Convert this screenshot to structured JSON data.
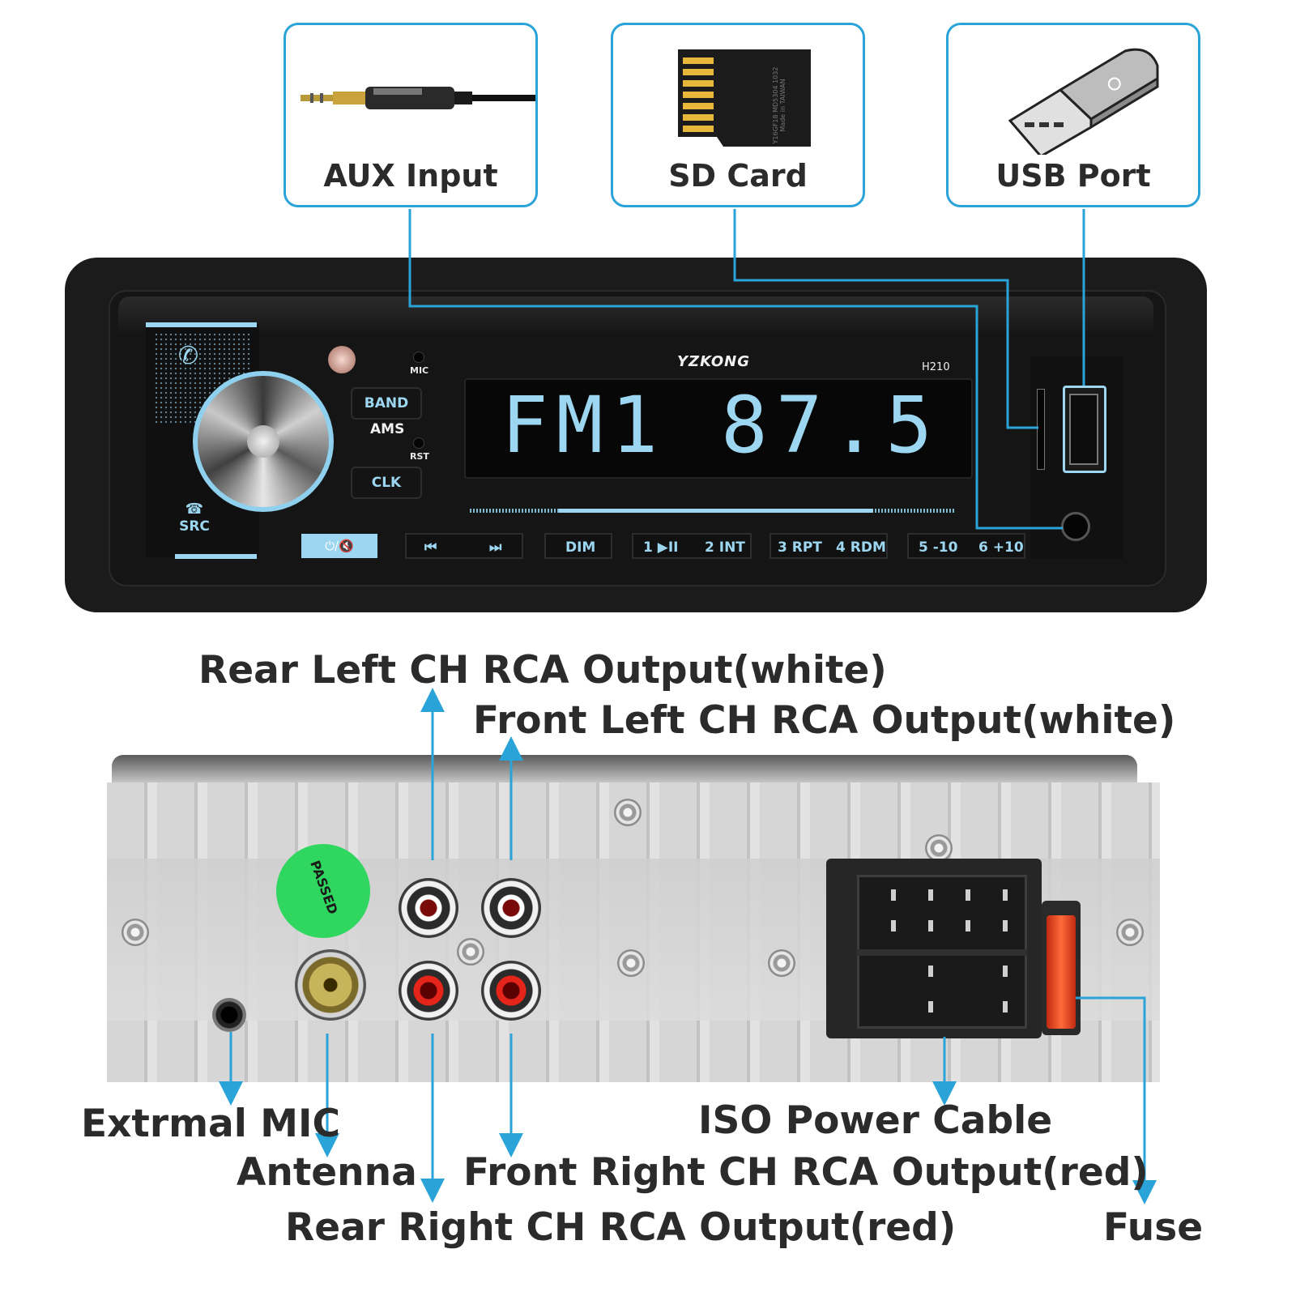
{
  "callouts": {
    "aux": "AUX Input",
    "sd": "SD Card",
    "usb": "USB Port"
  },
  "head_unit": {
    "brand": "YZKONG",
    "model": "H210",
    "display": "FM1 87.5",
    "mic_label": "MIC",
    "rst_label": "RST",
    "band_label": "BAND",
    "ams_label": "AMS",
    "clk_label": "CLK",
    "src_label": "SRC",
    "power_mute_label": "⏻/🔇",
    "prev_label": "⏮",
    "next_label": "⏭",
    "dim_label": "DIM",
    "preset_1": "1 ▶II",
    "preset_2": "2 INT",
    "preset_3": "3 RPT",
    "preset_4": "4 RDM",
    "preset_5": "5 -10",
    "preset_6": "6 +10",
    "sd_card_text": "Y16GF18 MD5304 1032 Made in TAIWAN",
    "sticker_text": "PASSED"
  },
  "rear_labels": {
    "rear_left": "Rear Left CH RCA Output(white)",
    "front_left": "Front Left CH RCA Output(white)",
    "ext_mic": "Extrmal MIC",
    "antenna": "Antenna",
    "iso": "ISO Power Cable",
    "front_right": "Front Right CH RCA Output(red)",
    "rear_right": "Rear Right CH RCA Output(red)",
    "fuse": "Fuse"
  },
  "colors": {
    "accent_blue": "#29a3d8",
    "display_blue": "#9cd6f0"
  }
}
